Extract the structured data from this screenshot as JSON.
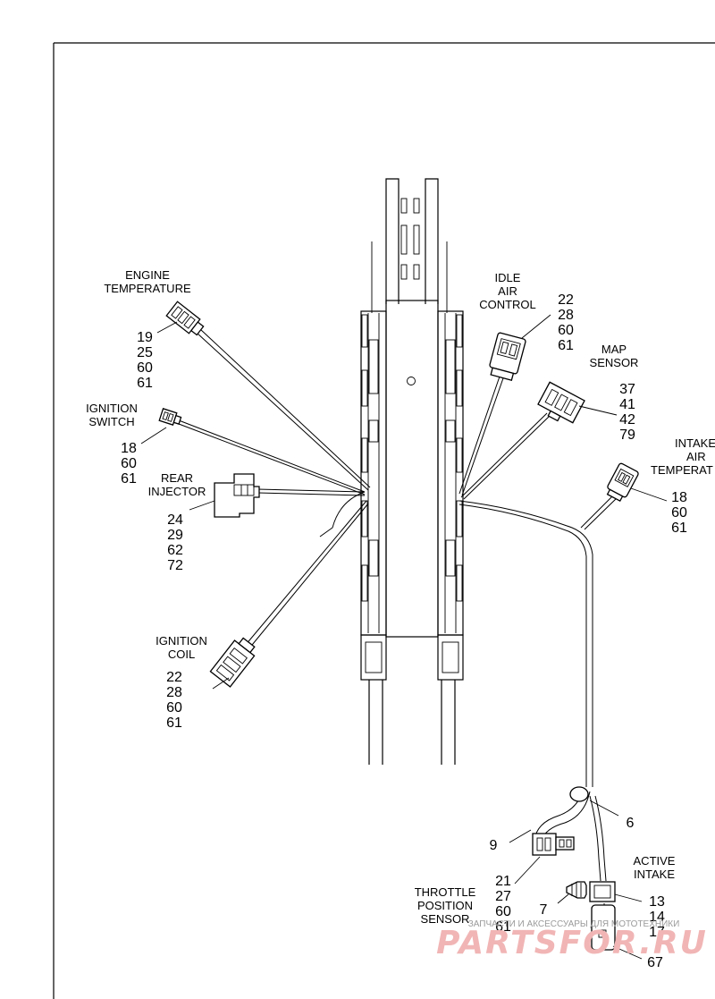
{
  "callouts": {
    "engine_temperature": {
      "label": [
        "ENGINE",
        "TEMPERATURE"
      ],
      "numbers": [
        "19",
        "25",
        "60",
        "61"
      ]
    },
    "ignition_switch": {
      "label": [
        "IGNITION",
        "SWITCH"
      ],
      "numbers": [
        "18",
        "60",
        "61"
      ]
    },
    "rear_injector": {
      "label": [
        "REAR",
        "INJECTOR"
      ],
      "numbers": [
        "24",
        "29",
        "62",
        "72"
      ]
    },
    "ignition_coil": {
      "label": [
        "IGNITION",
        "COIL"
      ],
      "numbers": [
        "22",
        "28",
        "60",
        "61"
      ]
    },
    "idle_air_control": {
      "label": [
        "IDLE",
        "AIR",
        "CONTROL"
      ],
      "numbers": [
        "22",
        "28",
        "60",
        "61"
      ]
    },
    "map_sensor": {
      "label": [
        "MAP",
        "SENSOR"
      ],
      "numbers": [
        "37",
        "41",
        "42",
        "79"
      ]
    },
    "intake_air_temperature": {
      "label": [
        "INTAKE",
        "AIR",
        "TEMPERAT"
      ],
      "numbers": [
        "18",
        "60",
        "61"
      ]
    },
    "throttle_position_sensor": {
      "label": [
        "THROTTLE",
        "POSITION",
        "SENSOR"
      ],
      "numbers": [
        "21",
        "27",
        "60",
        "61"
      ]
    },
    "active_intake": {
      "label": [
        "ACTIVE",
        "INTAKE"
      ],
      "numbers": [
        "13",
        "14",
        "17"
      ]
    },
    "item_6": "6",
    "item_7": "7",
    "item_9": "9",
    "item_67": "67"
  },
  "watermark": {
    "tagline": "ЗАПЧАСТИ И АКСЕССУАРЫ ДЛЯ МОТОТЕХНИКИ",
    "logo": "PARTSFOR.RU"
  }
}
